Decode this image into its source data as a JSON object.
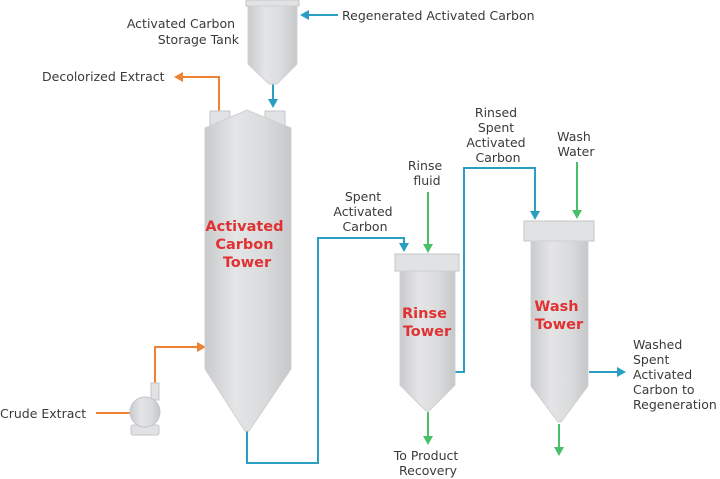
{
  "colors": {
    "orange": "#ee8233",
    "blue": "#2a9fc3",
    "green": "#49bf6a",
    "tower_label": "#e03232",
    "text": "#3a3a3a",
    "vessel": "#d7d8da"
  },
  "labels": {
    "storage_tank": [
      "Activated Carbon",
      "Storage Tank"
    ],
    "regenerated": "Regenerated Activated Carbon",
    "decolorized": "Decolorized Extract",
    "crude": "Crude Extract",
    "spent": [
      "Spent",
      "Activated",
      "Carbon"
    ],
    "rinse_fluid": [
      "Rinse",
      "fluid"
    ],
    "rinsed": [
      "Rinsed",
      "Spent",
      "Activated",
      "Carbon"
    ],
    "wash_water": [
      "Wash",
      "Water"
    ],
    "product_recovery": [
      "To Product",
      "Recovery"
    ],
    "washed": [
      "Washed",
      "Spent",
      "Activated",
      "Carbon to",
      "Regeneration"
    ]
  },
  "towers": {
    "activated_carbon": [
      "Activated",
      "Carbon",
      "Tower"
    ],
    "rinse": [
      "Rinse",
      "Tower"
    ],
    "wash": [
      "Wash",
      "Tower"
    ]
  }
}
